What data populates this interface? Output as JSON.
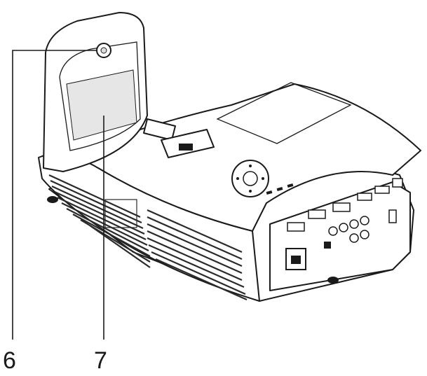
{
  "diagram": {
    "callouts": [
      {
        "label": "6",
        "points_to": "sensor"
      },
      {
        "label": "7",
        "points_to": "mirror"
      }
    ],
    "colors": {
      "line": "#1a1a1a",
      "panel_shade": "#e6e6e6",
      "body_fill": "#ffffff",
      "vent": "#2a2a2a"
    }
  }
}
